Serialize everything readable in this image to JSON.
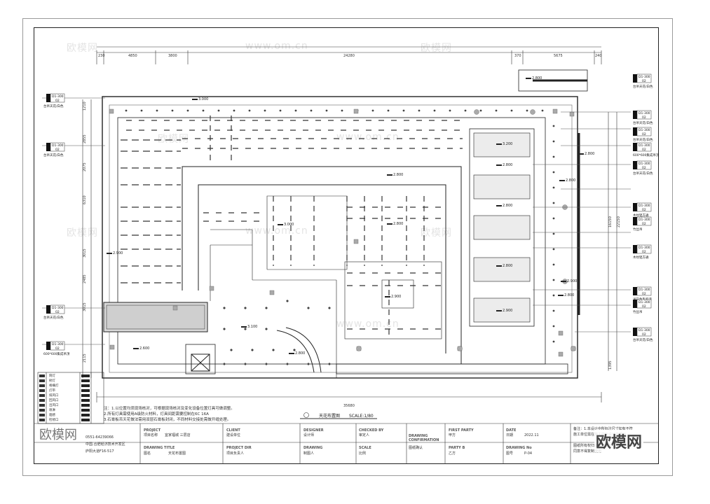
{
  "watermark": {
    "cn": "欧模网",
    "url": "www.om.cn"
  },
  "logo_mark": "欧模网",
  "dimensions": {
    "top": [
      "230",
      "4850",
      "3800",
      "24280",
      "370",
      "5675",
      "240"
    ],
    "bottom_total": "35680",
    "left": [
      "1210",
      "2855",
      "2075",
      "6310",
      "3015",
      "2485",
      "3015",
      "2115"
    ],
    "right": [
      "16150",
      "22150",
      "1395"
    ]
  },
  "drawing": {
    "caption": "天花布置图",
    "scale": "SCALE:1/80"
  },
  "tags": [
    {
      "code": "D1-300",
      "sub": "02",
      "label": "台吊天花/白色"
    },
    {
      "code": "D1-300",
      "sub": "02",
      "label": "台吊天花/白色"
    },
    {
      "code": "D1-300",
      "sub": "02",
      "label": "台吊天花/白色"
    },
    {
      "code": "D1-300",
      "sub": "02",
      "label": "600*600集成吊顶"
    },
    {
      "code": "D1-300",
      "sub": "02",
      "label": "台吊天花/白色"
    },
    {
      "code": "D1-300",
      "sub": "02",
      "label": "木纹铝方通"
    },
    {
      "code": "D1-300",
      "sub": "02",
      "label": "竹丝吊"
    },
    {
      "code": "D1-300",
      "sub": "02",
      "label": "木纹铝方通"
    },
    {
      "code": "D1-300",
      "sub": "02",
      "label": "浅灰色乳胶漆"
    },
    {
      "code": "D1-300",
      "sub": "02",
      "label": "竹丝吊"
    },
    {
      "code": "D1-300",
      "sub": "02",
      "label": "台吊天花/白色"
    }
  ],
  "ceiling_heights": [
    "2.800",
    "2.900",
    "2.600",
    "3.000",
    "2.800",
    "3.000",
    "2.800",
    "3.200",
    "2.800",
    "2.800",
    "2.800",
    "2.800",
    "2.800",
    "2.900",
    "2.900",
    "2.800",
    "3.100",
    "2.800",
    "2.900"
  ],
  "notes": [
    "注：1.以位置均须现场核对，可根据现场核对及变化设备位置灯具可做调整。",
    "2.所有灯具需使用A级防火材料，灯具间距需要控制在6C 16A",
    "3.石膏板吊天花做法需用双层石膏板封闭，不同材料交接处需做开缝处理。"
  ],
  "legend_rows": [
    "筒灯",
    "射灯",
    "格栅灯",
    "灯带",
    "排风口",
    "回风口",
    "出风口",
    "喷淋",
    "烟感",
    "检修口"
  ],
  "title_block": {
    "company_phone": "0551-64239066",
    "company_address": "中国.合肥经济技术开发区",
    "company_line3": "庐阳大道F16-517",
    "project_head": "PROJECT",
    "project_label": "项目名称",
    "project_value": "宜家福城 三层店",
    "client_head": "CLIENT",
    "client_label": "建设单位",
    "designer_head": "DESIGNER",
    "designer_label": "设计师",
    "checked_head": "CHECKED BY",
    "checked_label": "审定人",
    "first_party_head": "FIRST PARTY",
    "first_party_label": "甲方",
    "date_head": "DATE",
    "date_label": "日期",
    "date_value": "2022.11",
    "drawing_title_head": "DRAWING  TITLE",
    "drawing_title_label": "图名",
    "drawing_title_value": "天花布置图",
    "project_dir_head": "PROJECT DIR",
    "project_dir_label": "项目负责人",
    "drawing_head": "DRAWING",
    "drawing_label": "制图人",
    "scale_head": "SCALE",
    "scale_label": "比例",
    "confirm_head": "DRAWING CONFIRMATION",
    "confirm_label": "图纸确认",
    "party_b_head": "PARTY B",
    "party_b_label": "乙方",
    "drawing_no_head": "DRAWING No",
    "drawing_no_label": "图号",
    "drawing_no_value": "P-04",
    "remarks": [
      "备注：1.本设计中所标注尺寸如有不符",
      "施工单位需在施工前与设计方核对",
      "图纸所有权归本公司所有，未经书面",
      "同意不得复制使用"
    ]
  }
}
